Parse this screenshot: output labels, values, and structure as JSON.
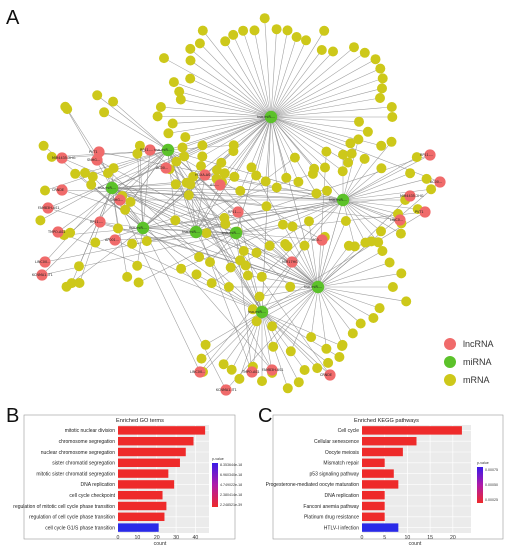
{
  "panels": {
    "a": "A",
    "b": "B",
    "c": "C"
  },
  "network": {
    "legend": [
      {
        "label": "lncRNA",
        "color": "#f06b6b"
      },
      {
        "label": "miRNA",
        "color": "#5cc22a"
      },
      {
        "label": "mRNA",
        "color": "#cdc81a"
      }
    ],
    "hub_labels": [
      "hsa-miR-...",
      "hsa-miR-...",
      "hsa-miR-...",
      "hsa-miR-...",
      "hsa-miR-...",
      "hsa-miR-...",
      "hsa-miR-..."
    ],
    "lnc_labels": [
      "MIR4435-2HG",
      "PVT1",
      "RP11-...",
      "AC00...",
      "CRNDE",
      "FAM83H-AS1",
      "TMPO-AS1",
      "LINC00...",
      "KCNMA1-IT1",
      "SNHG...",
      "RP11-...",
      "AP001...",
      "HOXA-AS",
      "AS-...",
      "RP11-...",
      "MIR17HG",
      "AC0...",
      "LINC0..."
    ]
  },
  "chart_data": [
    {
      "type": "bar",
      "title": "Enriched GO terms",
      "categories": [
        "mitotic nuclear division",
        "chromosome segregation",
        "nuclear chromosome segregation",
        "sister chromatid segregation",
        "mitotic sister chromatid segregation",
        "DNA replication",
        "cell cycle checkpoint",
        "regulation of mitotic cell cycle phase transition",
        "regulation of cell cycle phase transition",
        "cell cycle G1/S phase transition"
      ],
      "values": [
        45,
        39,
        35,
        32,
        26,
        29,
        23,
        25,
        24,
        21
      ],
      "colors": [
        "#ee2a2a",
        "#ee2a2a",
        "#ee2a2a",
        "#ee2a2a",
        "#ee2a2a",
        "#ee2a2a",
        "#ee2a2a",
        "#ee2a2a",
        "#ee2a2a",
        "#2a2ae8"
      ],
      "xlabel": "count",
      "xlim": [
        0,
        47
      ],
      "xticks": [
        0,
        10,
        20,
        30,
        40
      ],
      "legend_title": "p-value",
      "legend_ticks": [
        "8.353644e-18",
        "6.960340e-18",
        "4.749022e-18",
        "2.380414e-18",
        "2.248521e-39"
      ]
    },
    {
      "type": "bar",
      "title": "Enriched KEGG pathways",
      "categories": [
        "Cell cycle",
        "Cellular senescence",
        "Oocyte meiosis",
        "Mismatch repair",
        "p53 signaling pathway",
        "Progesterone-mediated oocyte maturation",
        "DNA replication",
        "Fanconi anemia pathway",
        "Platinum drug resistance",
        "HTLV-I infection"
      ],
      "values": [
        22,
        12,
        9,
        5,
        7,
        8,
        5,
        5,
        5,
        8
      ],
      "colors": [
        "#ee2a2a",
        "#ee2a2a",
        "#ee2a2a",
        "#ee2a2a",
        "#ee2a2a",
        "#ee2a2a",
        "#ee2a2a",
        "#ee2a2a",
        "#ee2a2a",
        "#2a2ae8"
      ],
      "xlabel": "count",
      "xlim": [
        0,
        24
      ],
      "xticks": [
        0,
        5,
        10,
        15,
        20
      ],
      "legend_title": "p-value",
      "legend_ticks": [
        "0.00075",
        "0.00050",
        "0.00025"
      ]
    }
  ]
}
